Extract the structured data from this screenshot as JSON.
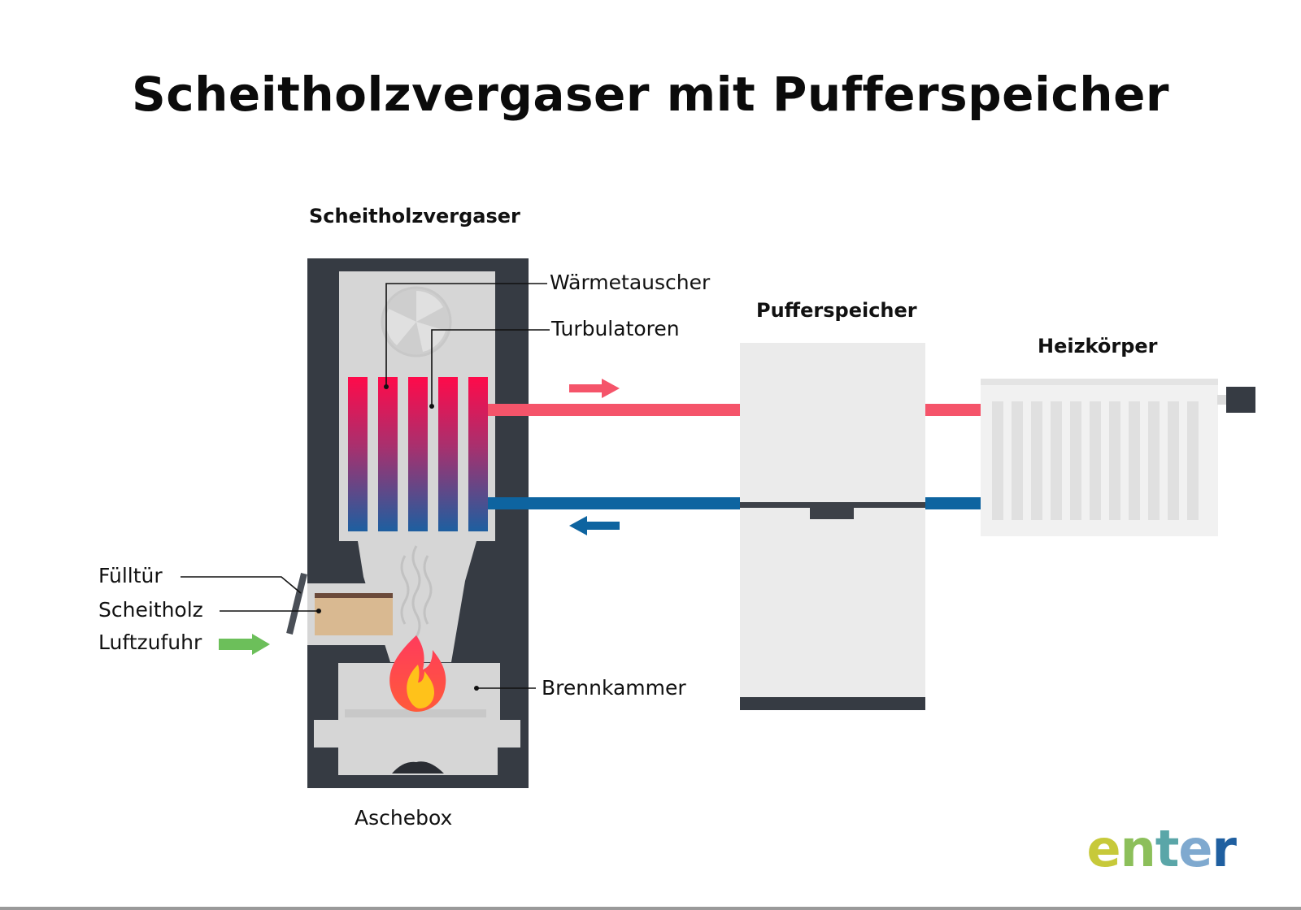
{
  "title": "Scheitholzvergaser mit Pufferspeicher",
  "components": {
    "boiler": "Scheitholzvergaser",
    "buffer": "Pufferspeicher",
    "radiator": "Heizkörper"
  },
  "labels": {
    "heat_exchanger": "Wärmetauscher",
    "turbulators": "Turbulatoren",
    "fill_door": "Fülltür",
    "firewood": "Scheitholz",
    "air_supply": "Luftzufuhr",
    "combustion_chamber": "Brennkammer",
    "ash_box": "Aschebox"
  },
  "logo": {
    "letters": [
      "e",
      "n",
      "t",
      "e",
      "r"
    ],
    "colors": [
      "#c7c93a",
      "#8cbf5a",
      "#5aa6a8",
      "#7fa9cf",
      "#1f5fa0"
    ]
  },
  "colors": {
    "hot_pipe": "#f5546a",
    "cold_pipe": "#0e64a0",
    "air_arrow": "#6cbf5a",
    "boiler_shell": "#363b43",
    "light_gray": "#ebebeb"
  }
}
